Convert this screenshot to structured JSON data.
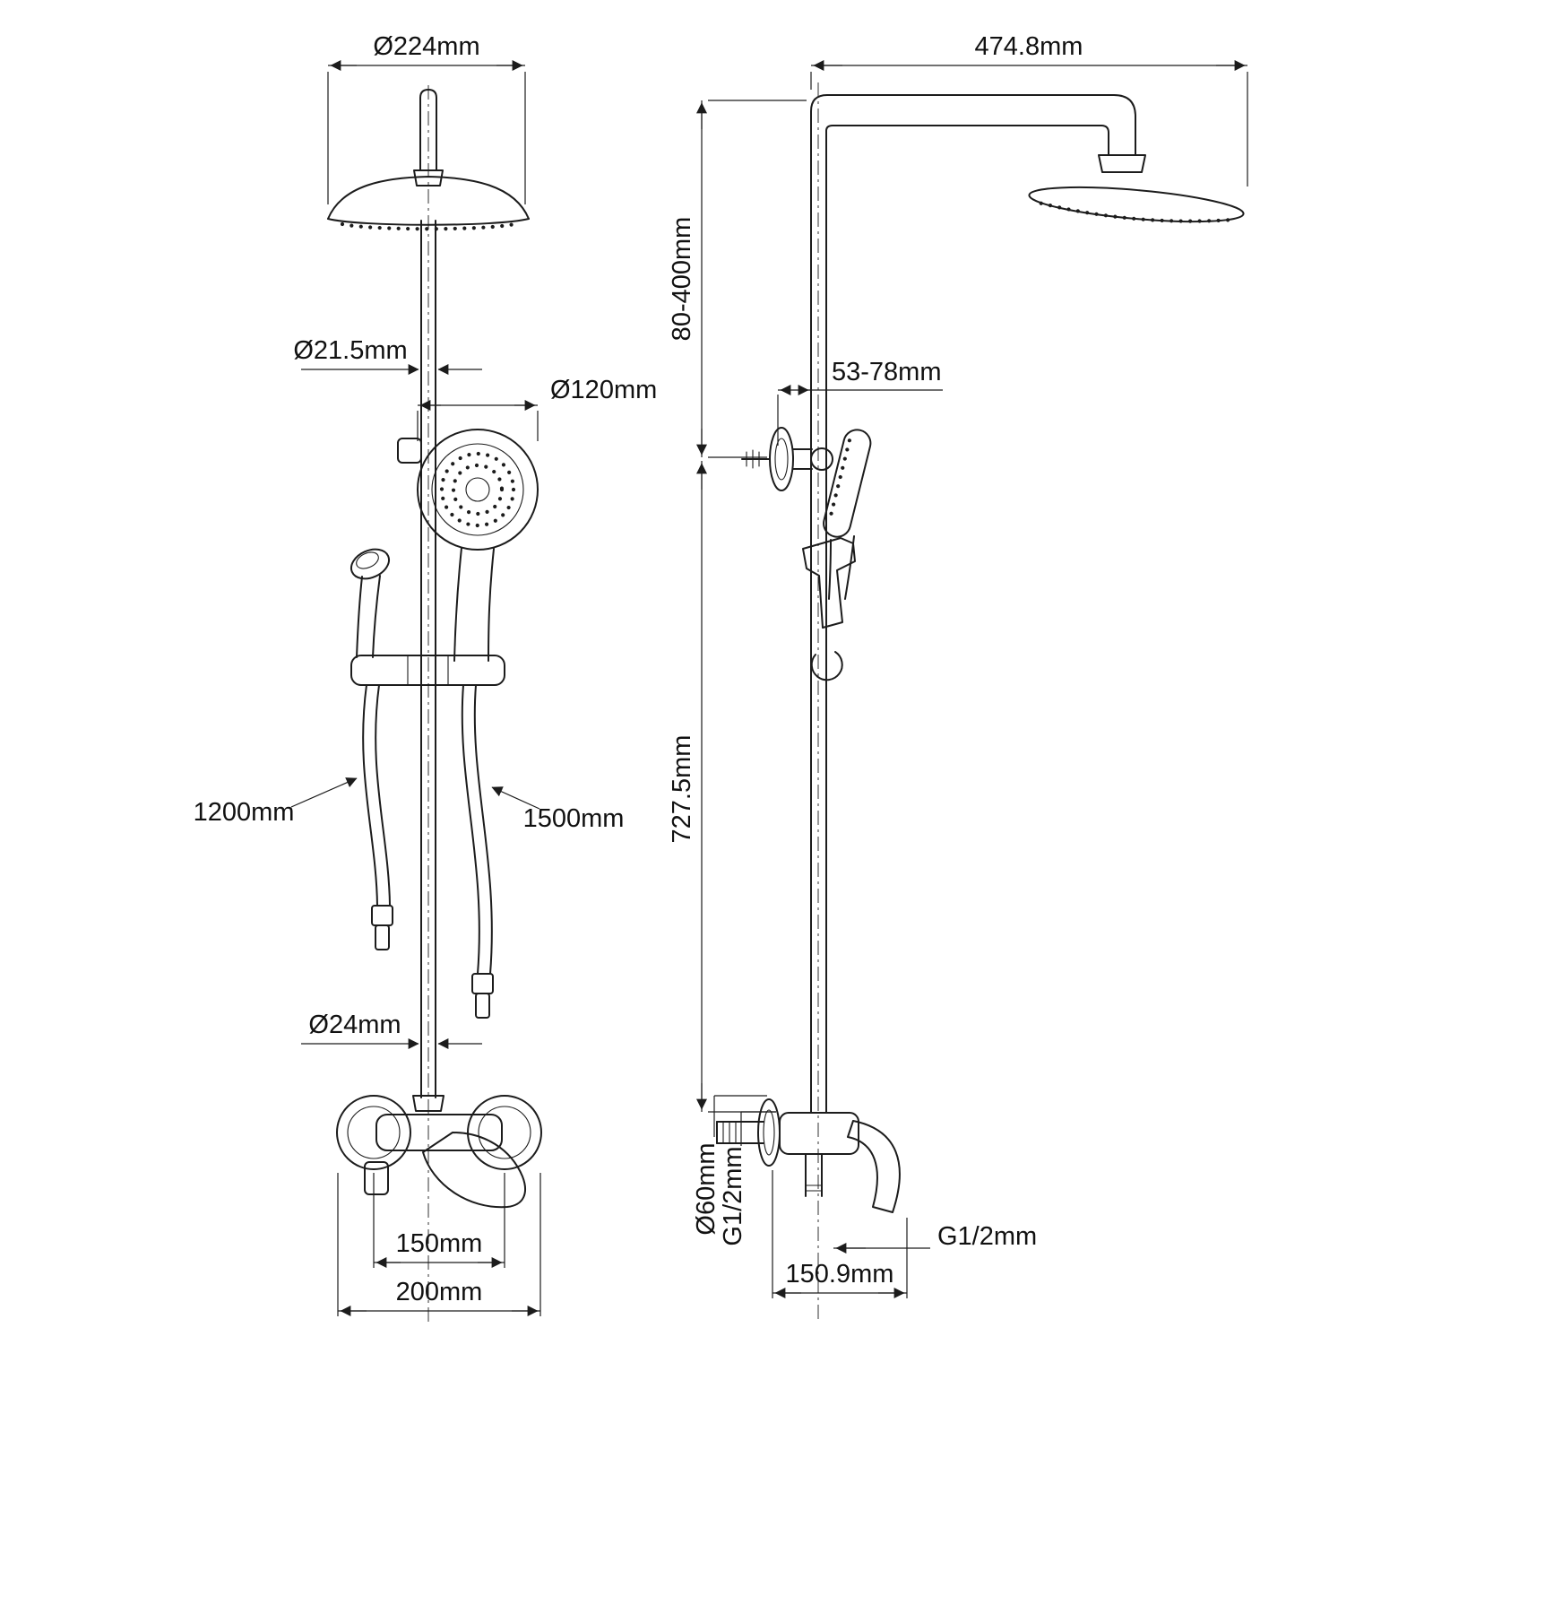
{
  "drawing": {
    "front_view": {
      "head_diameter": "Ø224mm",
      "riser_diameter": "Ø21.5mm",
      "hand_shower_diameter": "Ø120mm",
      "hose_left_length": "1200mm",
      "hose_right_length": "1500mm",
      "lower_riser_diameter": "Ø24mm",
      "valve_centers": "150mm",
      "valve_overall_width": "200mm"
    },
    "side_view": {
      "arm_reach": "474.8mm",
      "height_adjustment": "80-400mm",
      "bracket_offset": "53-78mm",
      "column_height": "727.5mm",
      "escutcheon_diameter": "Ø60mm",
      "inlet_thread": "G1/2mm",
      "outlet_thread": "G1/2mm",
      "valve_depth": "150.9mm"
    }
  }
}
